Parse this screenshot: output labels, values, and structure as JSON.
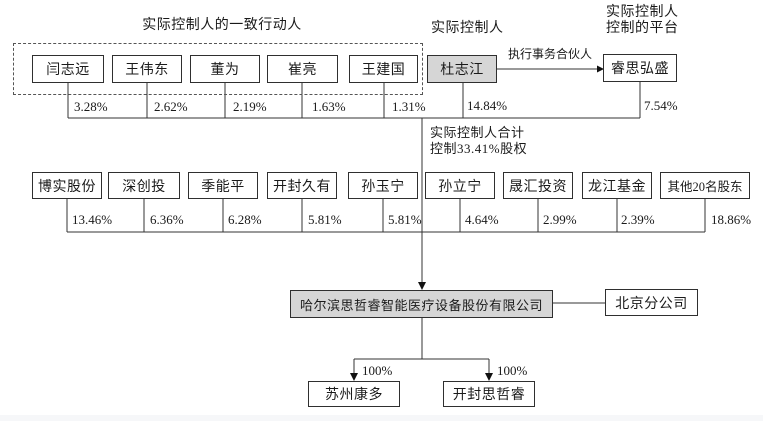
{
  "diagram": {
    "labels": {
      "acting_in_concert": "实际控制人的一致行动人",
      "actual_controller": "实际控制人",
      "controlled_platform": "实际控制人\n控制的平台",
      "executive_partner": "执行事务合伙人",
      "combined_control_note": "实际控制人合计\n控制33.41%股权"
    },
    "concert_group": [
      {
        "label": "闫志远",
        "pct": "3.28%"
      },
      {
        "label": "王伟东",
        "pct": "2.62%"
      },
      {
        "label": "董为",
        "pct": "2.19%"
      },
      {
        "label": "崔亮",
        "pct": "1.63%"
      },
      {
        "label": "王建国",
        "pct": "1.31%"
      }
    ],
    "controller": {
      "label": "杜志江",
      "pct": "14.84%"
    },
    "platform": {
      "label": "睿思弘盛",
      "pct": "7.54%"
    },
    "shareholders": [
      {
        "label": "博实股份",
        "pct": "13.46%"
      },
      {
        "label": "深创投",
        "pct": "6.36%"
      },
      {
        "label": "季能平",
        "pct": "6.28%"
      },
      {
        "label": "开封久有",
        "pct": "5.81%"
      },
      {
        "label": "孙玉宁",
        "pct": "5.81%"
      },
      {
        "label": "孙立宁",
        "pct": "4.64%"
      },
      {
        "label": "晟汇投资",
        "pct": "2.99%"
      },
      {
        "label": "龙江基金",
        "pct": "2.39%"
      },
      {
        "label": "其他20名股东",
        "pct": "18.86%"
      }
    ],
    "company": {
      "label": "哈尔滨思哲睿智能医疗设备股份有限公司"
    },
    "branch": {
      "label": "北京分公司"
    },
    "subsidiaries": [
      {
        "label": "苏州康多",
        "pct": "100%"
      },
      {
        "label": "开封思哲睿",
        "pct": "100%"
      }
    ],
    "colors": {
      "highlight_fill": "#d6d6d6",
      "line": "#333333",
      "border": "#2f2f2f"
    }
  }
}
